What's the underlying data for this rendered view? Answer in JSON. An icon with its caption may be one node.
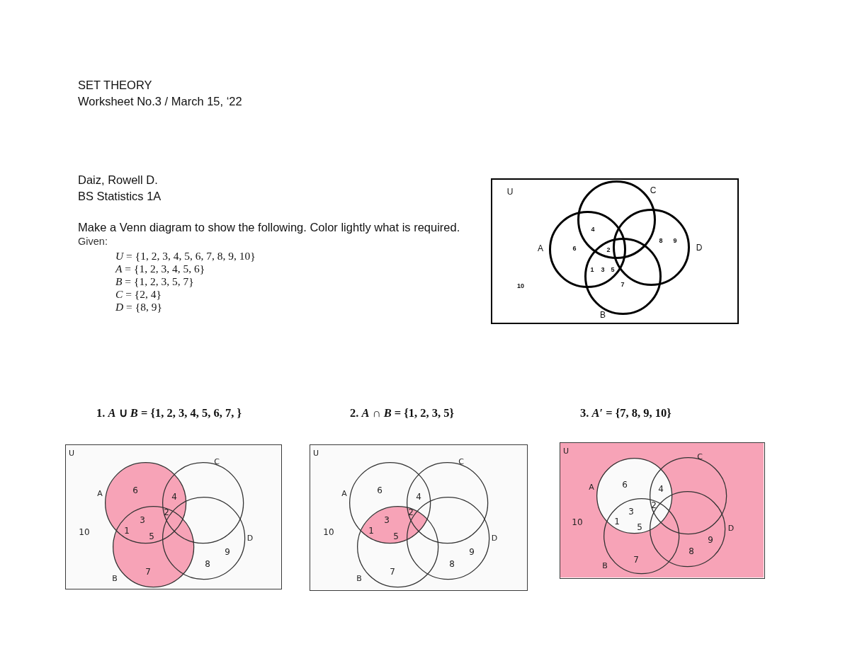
{
  "diagram": {
    "title": "SET THEORY",
    "nodes": [
      {
        "text": [
          "U",
          "10"
        ]
      },
      {
        "text": [
          "A",
          "6"
        ],
        "in": 0
      },
      {
        "text": [
          "B",
          "7"
        ],
        "in": 0
      },
      {
        "text": [
          "C"
        ],
        "in": 0
      },
      {
        "text": [
          "D",
          "8",
          "9"
        ],
        "in": 0
      },
      {
        "text": [
          "U",
          "10"
        ],
        "beside": [
          "1. *A* ∪ *B* = {1, 2, 3, 4, 5, 6, 7, }"
        ]
      },
      {
        "text": [
          "A",
          "6"
        ],
        "in": 5
      },
      {
        "text": [
          "B",
          "7"
        ],
        "in": 5
      },
      {
        "text": [
          "C"
        ],
        "in": 5
      },
      {
        "text": [
          "D",
          "8",
          "9"
        ],
        "in": 5
      },
      {
        "text": [
          "U",
          "10"
        ],
        "beside": [
          "2. *A* ∩ *B* = {1, 2, 3, 5}"
        ]
      },
      {
        "text": [
          "A",
          "6"
        ],
        "in": 10
      },
      {
        "text": [
          "B",
          "7"
        ],
        "in": 10
      },
      {
        "text": [
          "C"
        ],
        "in": 10
      },
      {
        "text": [
          "D",
          "8",
          "9"
        ],
        "in": 10
      },
      {
        "text": [
          "U",
          "10"
        ],
        "beside": [
          "3. *A*′ = {7, 8, 9, 10}"
        ]
      },
      {
        "text": [
          "A",
          "6"
        ],
        "in": 15
      },
      {
        "text": [
          "B",
          "7"
        ],
        "in": 15
      },
      {
        "text": [
          "C"
        ],
        "in": 15
      },
      {
        "text": [
          "D",
          "8",
          "9"
        ],
        "in": 15
      }
    ],
    "labels": [
      "Worksheet No.3 / March 15, ‘22",
      "Daiz, Rowell D.",
      "BS Statistics 1A",
      "Make a Venn diagram to show the following. Color lightly what is required.",
      "Given:",
      "*U* = {1, 2, 3, 4, 5, 6, 7, 8, 9, 10}",
      "*A* = {1, 2, 3, 4, 5, 6}",
      "*B* = {1, 2, 3, 5, 7}",
      "*C* = {2, 4}",
      "*D* = {8, 9}",
      "4",
      "2",
      "1",
      "3",
      "5",
      "4",
      "2",
      "3",
      "1",
      "5",
      "4",
      "2",
      "3",
      "1",
      "5",
      "4",
      "2",
      "3",
      "1",
      "5"
    ]
  }
}
